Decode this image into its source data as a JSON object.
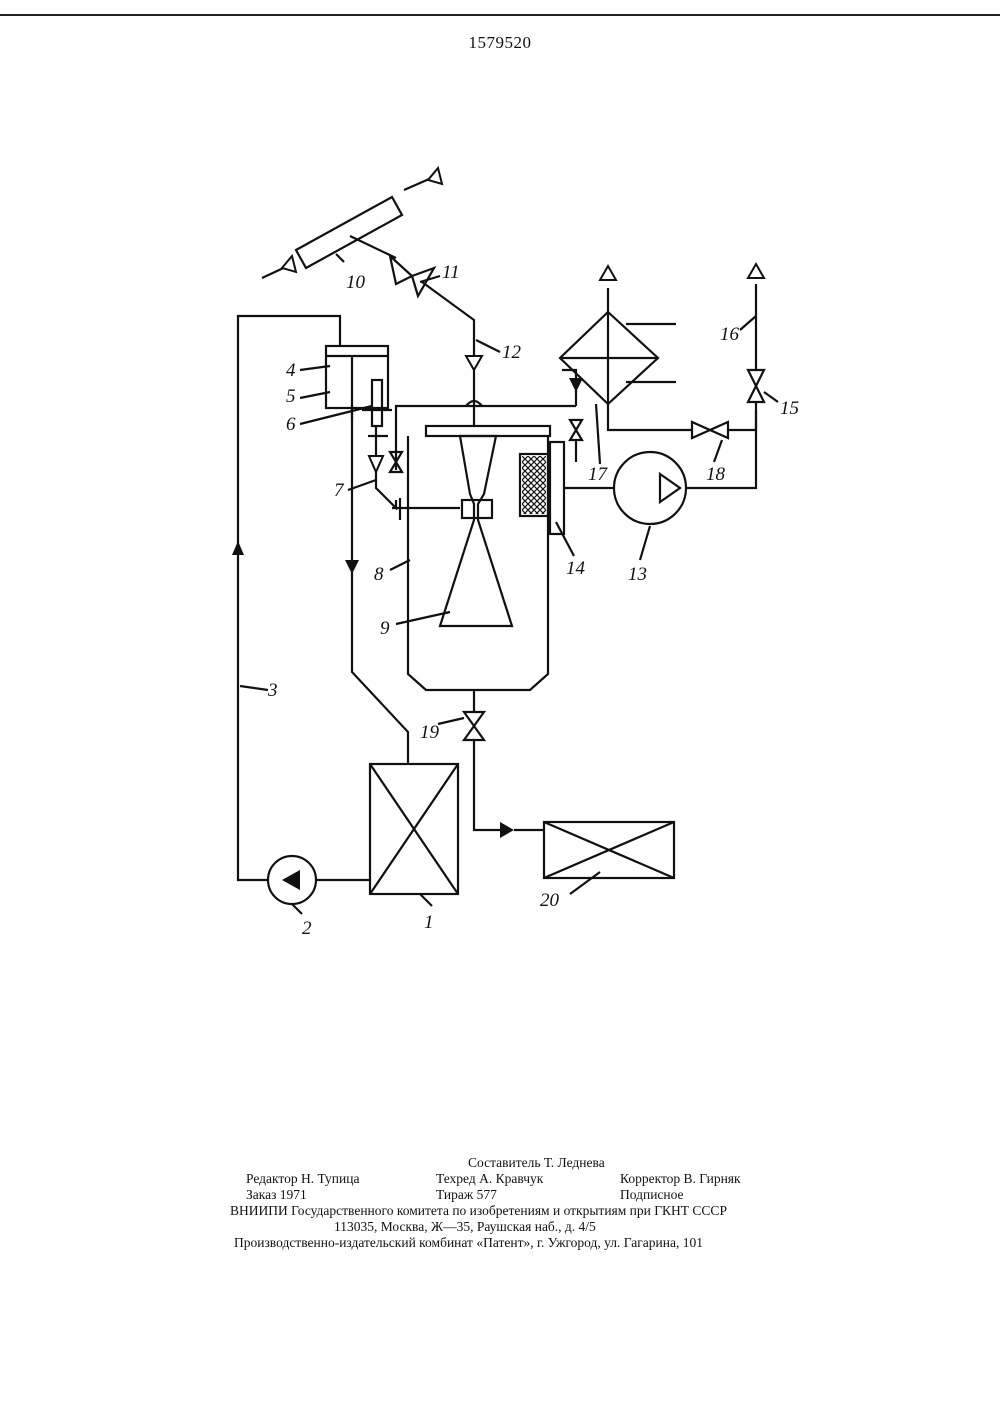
{
  "patent_number": "1579520",
  "diagram": {
    "labels": [
      "1",
      "2",
      "3",
      "4",
      "5",
      "6",
      "7",
      "8",
      "9",
      "10",
      "11",
      "12",
      "13",
      "14",
      "15",
      "16",
      "17",
      "18",
      "19",
      "20"
    ]
  },
  "credits": {
    "compiler": "Составитель Т. Леднева",
    "editor": "Редактор Н. Тупица",
    "tech_editor": "Техред А. Кравчук",
    "proofreader": "Корректор В. Гирняк",
    "order": "Заказ 1971",
    "circulation": "Тираж 577",
    "subscription": "Подписное",
    "org_line": "ВНИИПИ Государственного комитета по изобретениям и открытиям при ГКНТ СССР",
    "address_line": "113035, Москва, Ж—35, Раушская наб., д. 4/5",
    "printer_line": "Производственно-издательский комбинат «Патент», г. Ужгород, ул. Гагарина, 101"
  }
}
